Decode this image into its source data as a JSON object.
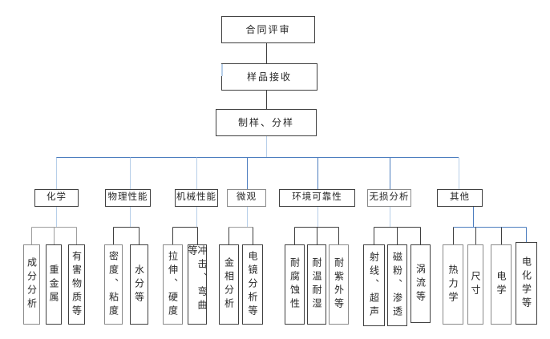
{
  "diagram": {
    "top_nodes": [
      {
        "label": "合同评审"
      },
      {
        "label": "样品接收"
      },
      {
        "label": "制样、分样"
      }
    ],
    "branches": [
      {
        "label": "化学",
        "children": [
          {
            "label": "成分分析"
          },
          {
            "label": "重金属"
          },
          {
            "label": "有害物质等"
          }
        ]
      },
      {
        "label": "物理性能",
        "children": [
          {
            "label": "密度、粘度"
          },
          {
            "label": "水分等"
          }
        ]
      },
      {
        "label": "机械性能",
        "children": [
          {
            "label": "拉伸、硬度"
          },
          {
            "label": "冲击、弯曲等"
          }
        ]
      },
      {
        "label": "微观",
        "children": [
          {
            "label": "金相分析"
          },
          {
            "label": "电镜分析等"
          }
        ]
      },
      {
        "label": "环境可靠性",
        "children": [
          {
            "label": "耐腐蚀性"
          },
          {
            "label": "耐温耐湿"
          },
          {
            "label": "耐紫外等"
          }
        ]
      },
      {
        "label": "无损分析",
        "children": [
          {
            "label": "射线、超声"
          },
          {
            "label": "磁粉、渗透"
          },
          {
            "label": "涡流等"
          }
        ]
      },
      {
        "label": "其他",
        "children": [
          {
            "label": "热力学"
          },
          {
            "label": "尺寸"
          },
          {
            "label": "电学"
          },
          {
            "label": "电化学等"
          }
        ]
      }
    ],
    "colors": {
      "connector_blue": "#4d7ebf",
      "connector_light_blue": "#b7cfe9",
      "connector_dark": "#3f3f3f",
      "connector_gray": "#9e9e9e",
      "box_border_dark": "#404040",
      "box_border_gray": "#8a8a8a",
      "text": "#262626",
      "background": "#ffffff"
    }
  }
}
